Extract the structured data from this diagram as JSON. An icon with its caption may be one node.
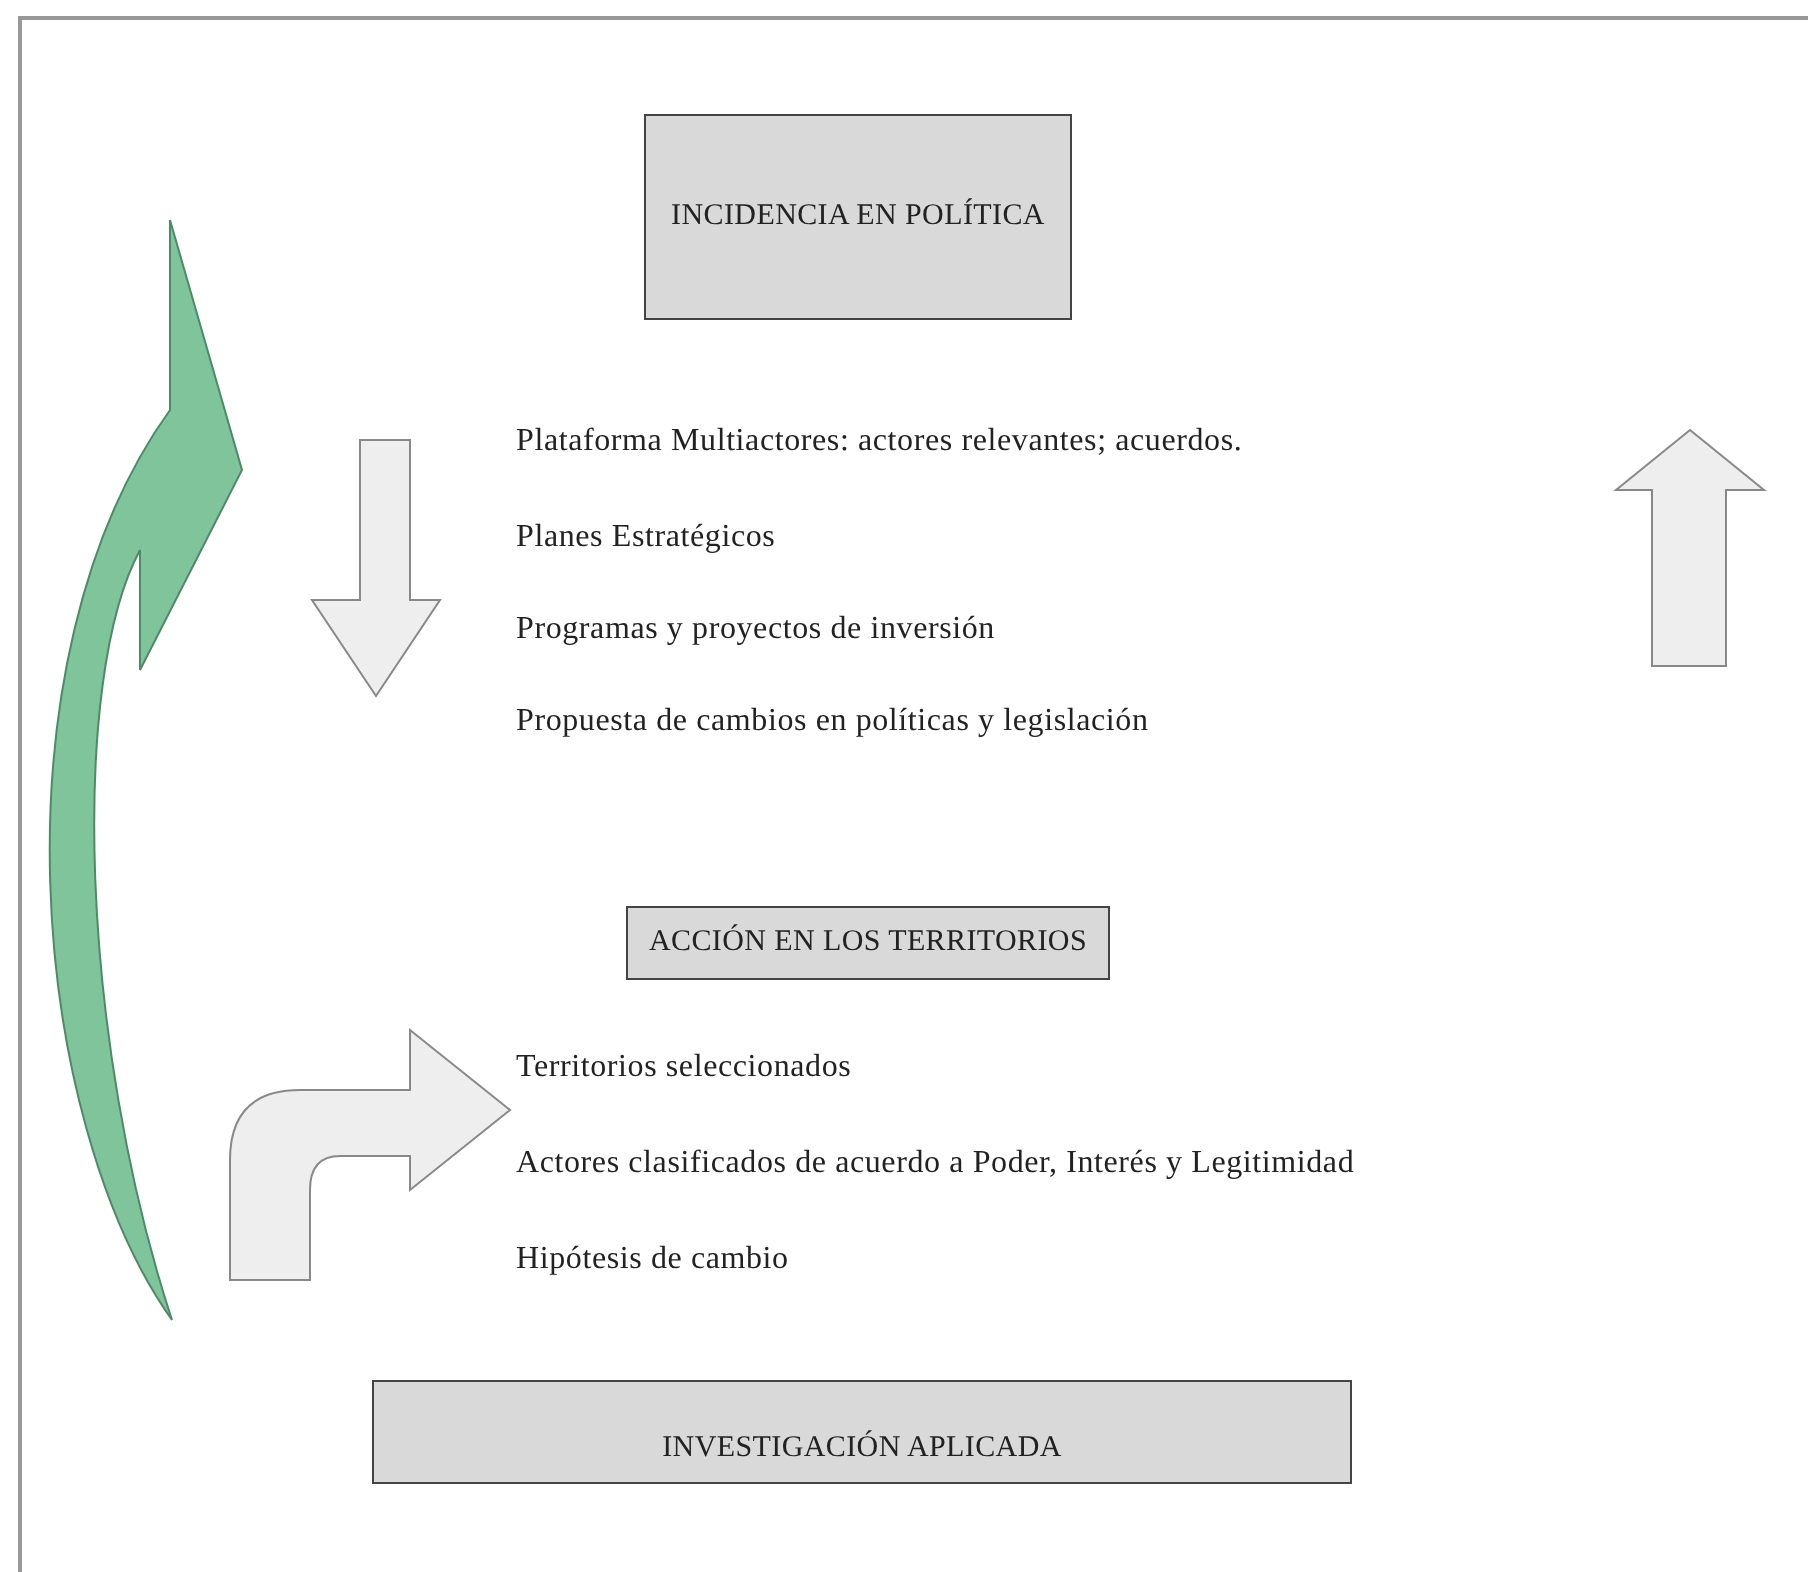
{
  "diagram": {
    "nodes": [
      {
        "text": [
          "INCIDENCIA EN POLÍTICA"
        ]
      },
      {
        "text": [
          "ACCIÓN EN LOS TERRITORIOS"
        ]
      },
      {
        "text": [
          "INVESTIGACIÓN APLICADA"
        ]
      }
    ],
    "labels": [
      "Plataforma Multiactores: actores relevantes; acuerdos.",
      "Planes Estratégicos",
      "Programas y proyectos de inversión",
      "Propuesta de cambios en políticas y legislación",
      "Territorios seleccionados",
      "Actores clasificados de acuerdo a Poder, Interés y Legitimidad",
      "Hipótesis de cambio"
    ]
  }
}
